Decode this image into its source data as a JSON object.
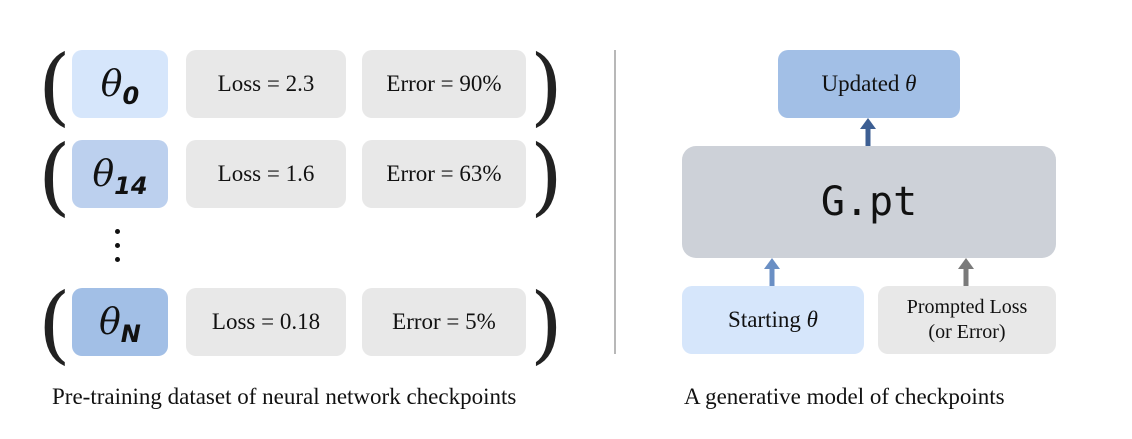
{
  "left": {
    "rows": [
      {
        "symbol": "θ",
        "subscript": "0",
        "loss": "Loss = 2.3",
        "error": "Error = 90%",
        "color": "#d6e6fb"
      },
      {
        "symbol": "θ",
        "subscript": "14",
        "loss": "Loss = 1.6",
        "error": "Error = 63%",
        "color": "#bcd0ee"
      },
      {
        "symbol": "θ",
        "subscript": "N",
        "loss": "Loss = 0.18",
        "error": "Error = 5%",
        "color": "#a2bfe6"
      }
    ],
    "open_paren": "(",
    "close_paren": ")",
    "caption": "Pre-training dataset of neural network checkpoints"
  },
  "right": {
    "output_label": "Updated",
    "output_symbol": "θ",
    "model_label": "G.pt",
    "input_label": "Starting",
    "input_symbol": "θ",
    "prompt_line1": "Prompted Loss",
    "prompt_line2": "(or Error)",
    "caption": "A generative model of checkpoints"
  },
  "colors": {
    "output_box": "#a2bfe6",
    "model_box": "#cdd1d8",
    "input_box": "#d6e6fb",
    "prompt_box": "#e8e8e8",
    "arrow_blue_dark": "#3d5f93",
    "arrow_blue_light": "#6a8fc4",
    "arrow_gray": "#7a7a7a",
    "stat_box": "#e8e8e8"
  }
}
